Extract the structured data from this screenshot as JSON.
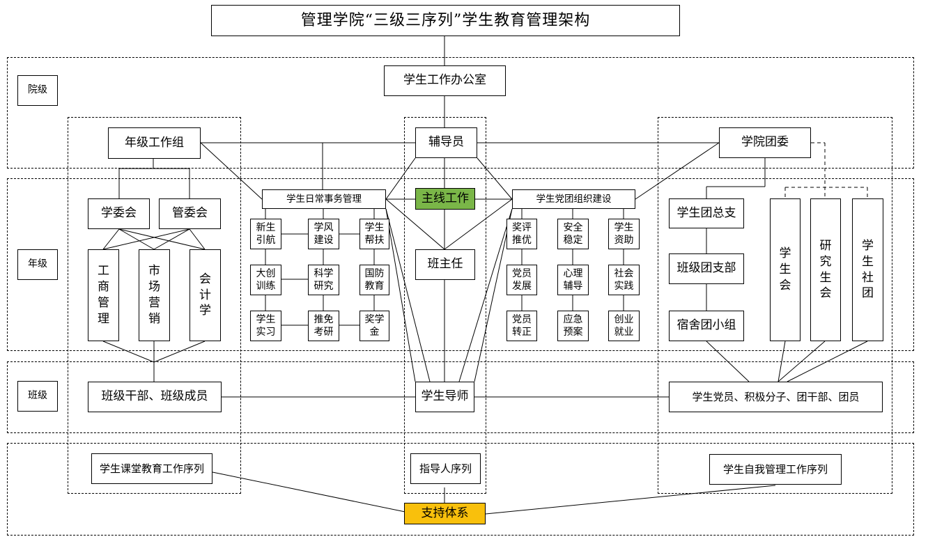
{
  "title": "管理学院“三级三序列”学生教育管理架构",
  "levels": {
    "college": "院级",
    "grade": "年级",
    "class": "班级"
  },
  "nodes": {
    "office": "学生工作办公室",
    "grade_group": "年级工作组",
    "counselor": "辅导员",
    "youth_league": "学院团委",
    "daily_affairs": "学生日常事务管理",
    "main_work": "主线工作",
    "party_building": "学生党团组织建设",
    "study_committee": "学委会",
    "management_committee": "管委会",
    "major_business": "工\n商\n管\n理",
    "major_marketing": "市\n场\n营\n销",
    "major_accounting": "会\n计\n学",
    "daily_items": [
      "新生\n引航",
      "学风\n建设",
      "学生\n帮扶",
      "大创\n训练",
      "科学\n研究",
      "国防\n教育",
      "学生\n实习",
      "推免\n考研",
      "奖学\n金"
    ],
    "homeroom_teacher": "班主任",
    "party_items": [
      "奖评\n推优",
      "安全\n稳定",
      "学生\n资助",
      "党员\n发展",
      "心理\n辅导",
      "社会\n实践",
      "党员\n转正",
      "应急\n预案",
      "创业\n就业"
    ],
    "league_branch": "学生团总支",
    "class_league_branch": "班级团支部",
    "dorm_league_group": "宿舍团小组",
    "student_union": "学\n生\n会",
    "graduate_union": "研\n究\n生\n会",
    "student_clubs": "学\n生\n社\n团",
    "class_cadres": "班级干部、班级成员",
    "tutor": "学生导师",
    "party_members": "学生党员、积极分子、团干部、团员",
    "classroom_sequence": "学生课堂教育工作序列",
    "mentor_sequence": "指导人序列",
    "self_mgmt_sequence": "学生自我管理工作序列",
    "support_system": "支持体系"
  },
  "colors": {
    "main_work": "#7ab648",
    "support_system": "#f9c00c",
    "line": "#000000"
  }
}
